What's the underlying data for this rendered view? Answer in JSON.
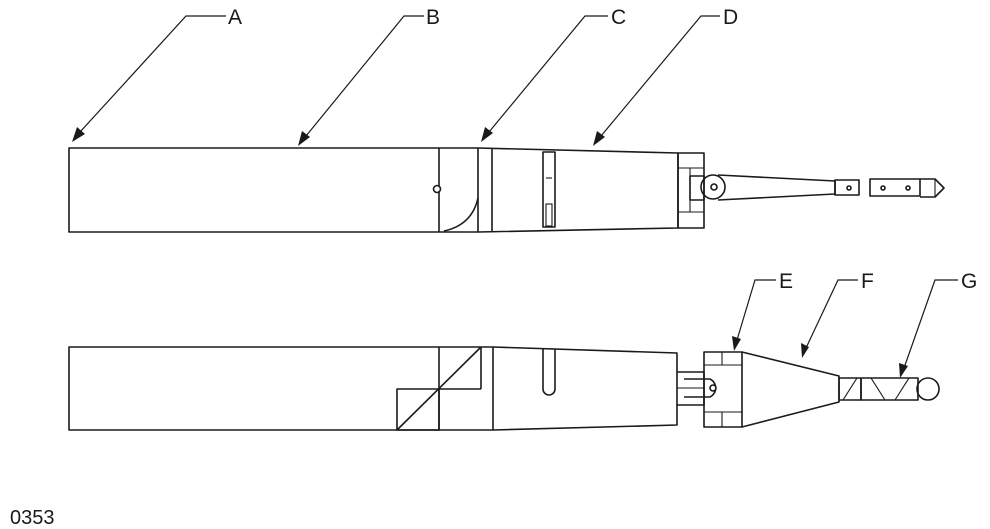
{
  "callouts": {
    "a": "A",
    "b": "B",
    "c": "C",
    "d": "D",
    "e": "E",
    "f": "F",
    "g": "G"
  },
  "figure_id": "0353"
}
